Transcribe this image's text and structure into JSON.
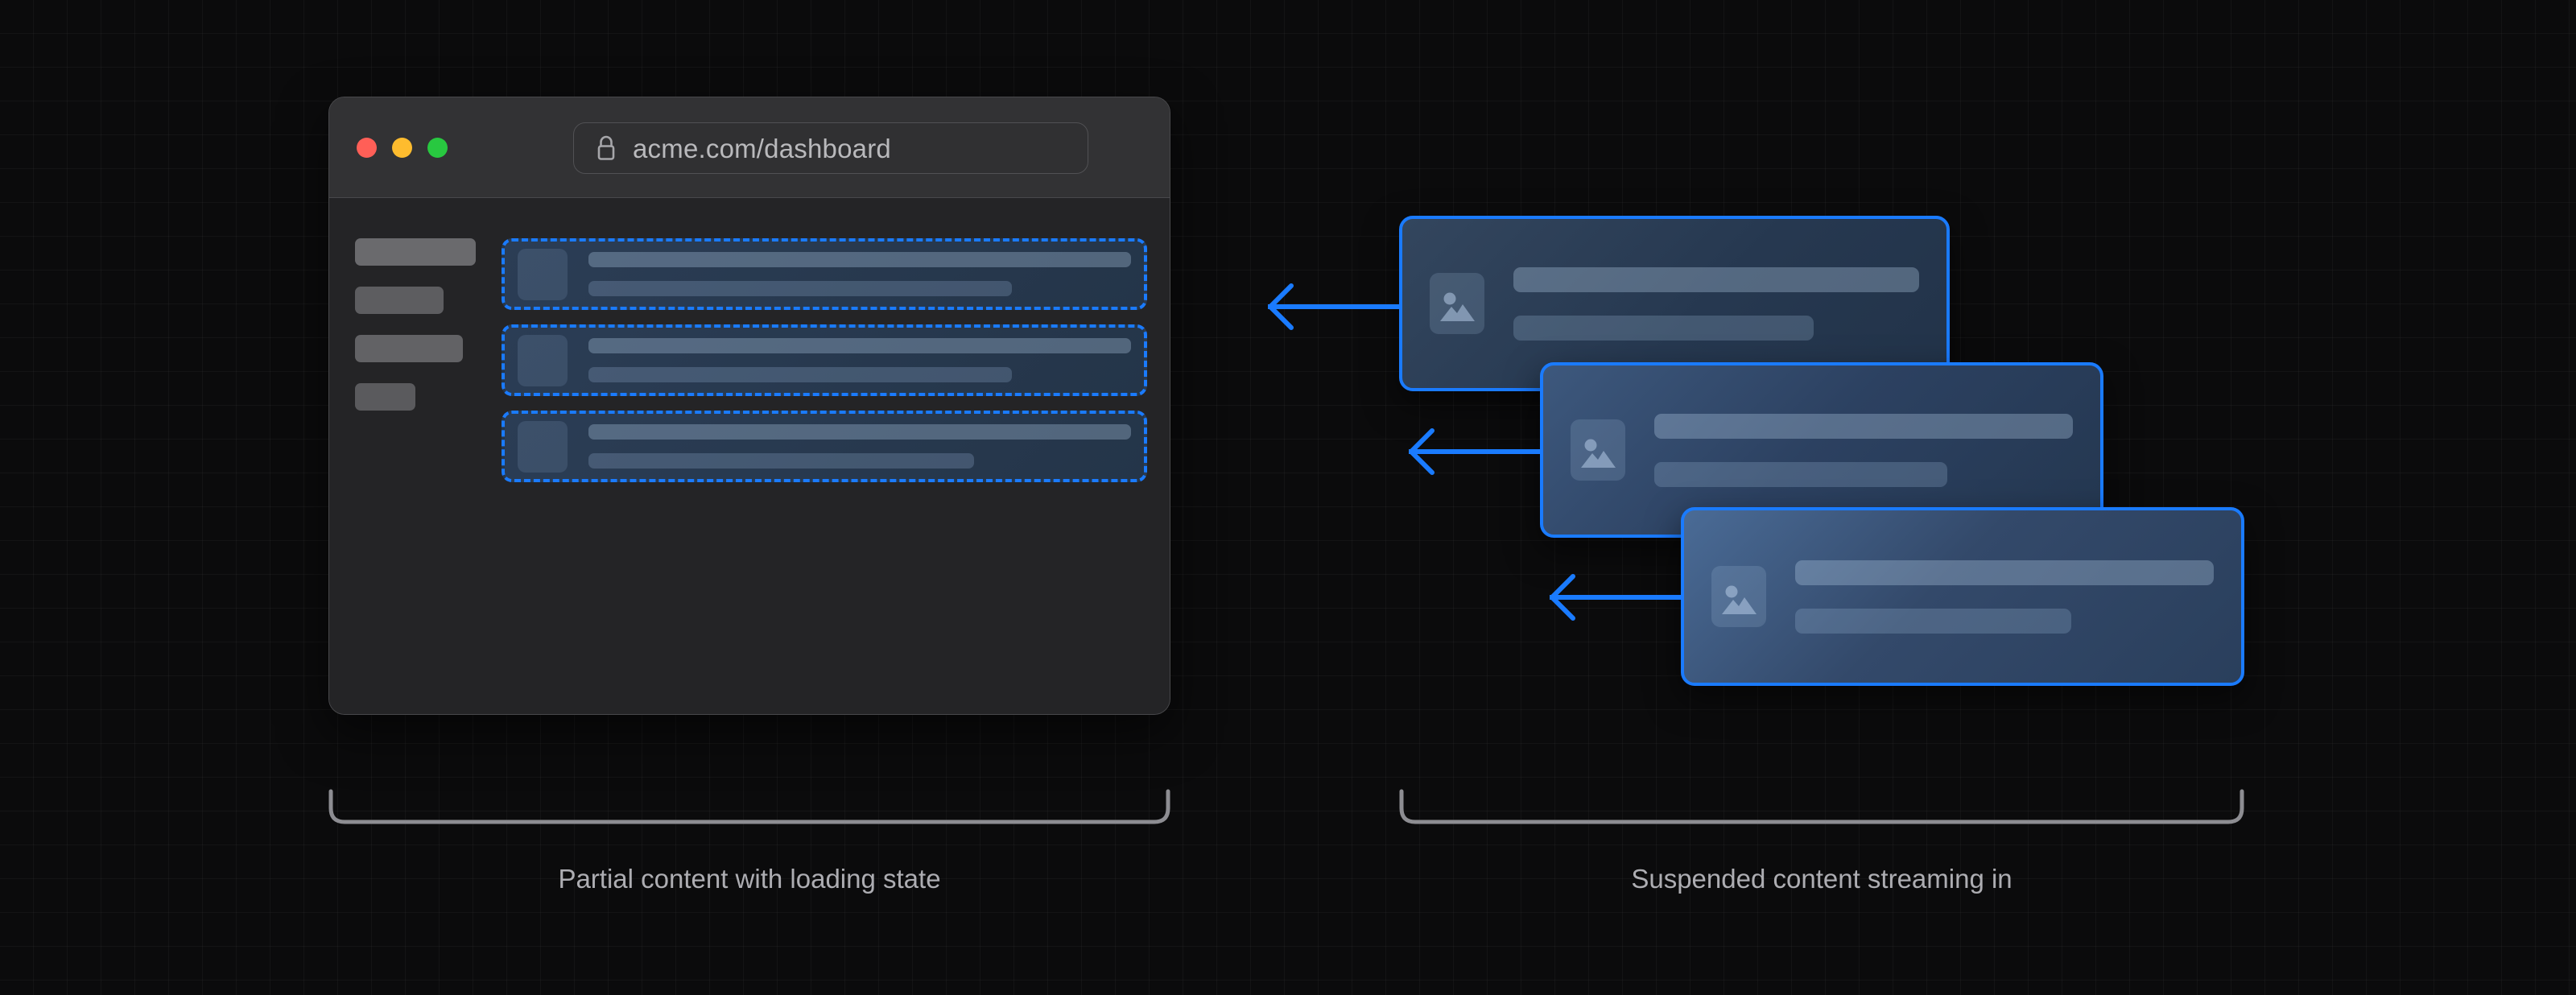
{
  "background": {
    "grid_size": 42,
    "page_bg": "#0b0b0c",
    "accent": "#1a7bff"
  },
  "browser": {
    "traffic_lights": [
      {
        "name": "close",
        "color": "#FF5F57"
      },
      {
        "name": "minimize",
        "color": "#FEBC2E"
      },
      {
        "name": "maximize",
        "color": "#28C840"
      }
    ],
    "url_bar": {
      "lock_icon": "lock-icon",
      "url": "acme.com/dashboard"
    },
    "sidebar": {
      "skeletons": [
        {
          "width": "100%",
          "color": "#6a6a6d"
        },
        {
          "width": "73%",
          "color": "#5d5d60"
        },
        {
          "width": "89%",
          "color": "#626265"
        },
        {
          "width": "50%",
          "color": "#5a5a5d"
        }
      ]
    },
    "content": {
      "loading_rows": [
        {
          "name": "loading-row-1",
          "thumb": "image-placeholder",
          "line_1_width": "100%",
          "line_2_width": "78%"
        },
        {
          "name": "loading-row-2",
          "thumb": "image-placeholder",
          "line_1_width": "100%",
          "line_2_width": "78%"
        },
        {
          "name": "loading-row-3",
          "thumb": "image-placeholder",
          "line_1_width": "100%",
          "line_2_width": "71%"
        }
      ]
    }
  },
  "stream": {
    "cards": [
      {
        "name": "stream-card-1",
        "icon": "image-placeholder-icon",
        "line_1_width": "100%",
        "line_2_width": "74%"
      },
      {
        "name": "stream-card-2",
        "icon": "image-placeholder-icon",
        "line_1_width": "100%",
        "line_2_width": "70%"
      },
      {
        "name": "stream-card-3",
        "icon": "image-placeholder-icon",
        "line_1_width": "100%",
        "line_2_width": "66%"
      }
    ],
    "arrows": [
      {
        "name": "arrow-card-1",
        "direction": "left"
      },
      {
        "name": "arrow-card-2",
        "direction": "left"
      },
      {
        "name": "arrow-card-3",
        "direction": "left"
      }
    ]
  },
  "captions": {
    "left": "Partial content with loading state",
    "right": "Suspended content streaming in"
  }
}
